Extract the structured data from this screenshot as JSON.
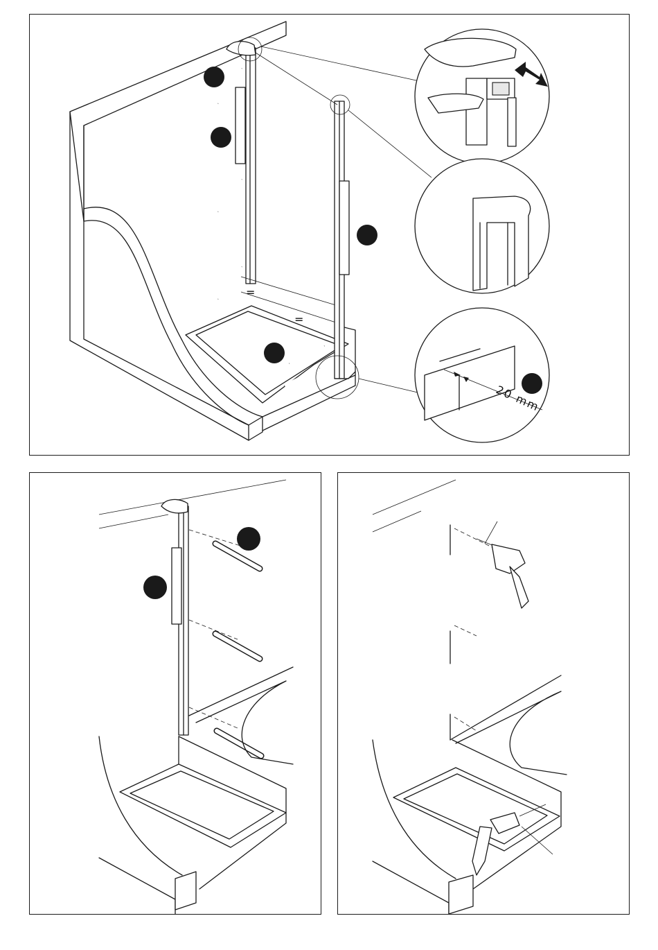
{
  "figure": {
    "panels": [
      {
        "id": "top",
        "description_icon": "shower-enclosure-installation"
      },
      {
        "id": "bottom-left",
        "description_icon": "profile-marking"
      },
      {
        "id": "bottom-right",
        "description_icon": "drilling"
      }
    ],
    "dimension_label": "20 mm",
    "equal_mark": "="
  }
}
